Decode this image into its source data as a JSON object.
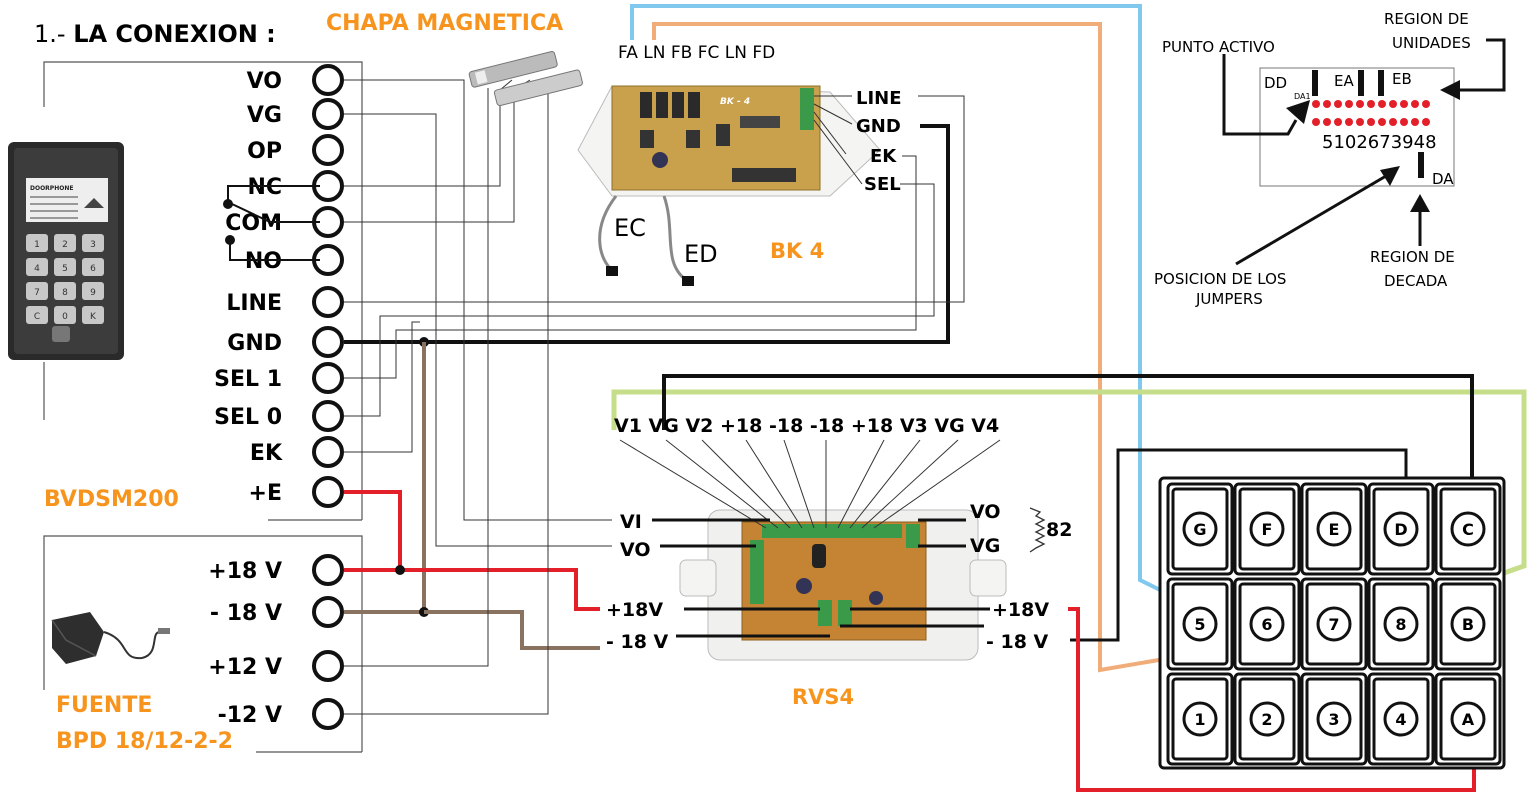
{
  "title": {
    "prefix": "1.- ",
    "main": "LA CONEXION :"
  },
  "lock": {
    "label": "CHAPA MAGNETICA"
  },
  "panel": {
    "name": "BVDSM200",
    "terminals": [
      "VO",
      "VG",
      "OP",
      "NC",
      "COM",
      "NO",
      "LINE",
      "GND",
      "SEL 1",
      "SEL 0",
      "EK",
      "+E"
    ],
    "device_brand": "DOORPHONE",
    "keys": [
      "1",
      "2",
      "3",
      "4",
      "5",
      "6",
      "7",
      "8",
      "9",
      "C",
      "0",
      "K"
    ]
  },
  "psu": {
    "name_line1": "FUENTE",
    "name_line2": "BPD 18/12-2-2",
    "terminals": [
      "+18 V",
      "- 18 V",
      "+12 V",
      "-12 V"
    ]
  },
  "bk4": {
    "name": "BK 4",
    "top_labels": "FA LN FB FC LN FD",
    "right_labels": [
      "LINE",
      "GND",
      "EK",
      "SEL"
    ],
    "cable_labels": [
      "EC",
      "ED"
    ],
    "board_text": "BK - 4"
  },
  "rvs4": {
    "name": "RVS4",
    "top_labels": "V1 VG V2 +18 -18 -18 +18 V3 VG V4",
    "left_labels": [
      "VI",
      "VO",
      "+18V",
      "- 18 V"
    ],
    "right_labels": [
      "VO",
      "VG",
      "+18V",
      "- 18 V"
    ],
    "resistor": "82"
  },
  "jumper": {
    "punto_activo": "PUNTO ACTIVO",
    "unidades_line1": "REGION DE",
    "unidades_line2": "UNIDADES",
    "dd": "DD",
    "dd_sub": "DA1",
    "ea": "EA",
    "eb": "EB",
    "digits": "5102673948",
    "da": "DA",
    "posicion_line1": "POSICION DE LOS",
    "posicion_line2": "JUMPERS",
    "decada_line1": "REGION DE",
    "decada_line2": "DECADA"
  },
  "keypad": {
    "rows": [
      [
        "G",
        "F",
        "E",
        "D",
        "C"
      ],
      [
        "5",
        "6",
        "7",
        "8",
        "B"
      ],
      [
        "1",
        "2",
        "3",
        "4",
        "A"
      ]
    ]
  },
  "colors": {
    "orange": "#f7941d",
    "red": "#e3202a",
    "black": "#111111",
    "brown": "#8a7260",
    "lightgreen": "#c6dd8a",
    "lightblue": "#80c8ee",
    "peach": "#f0ad7a"
  }
}
